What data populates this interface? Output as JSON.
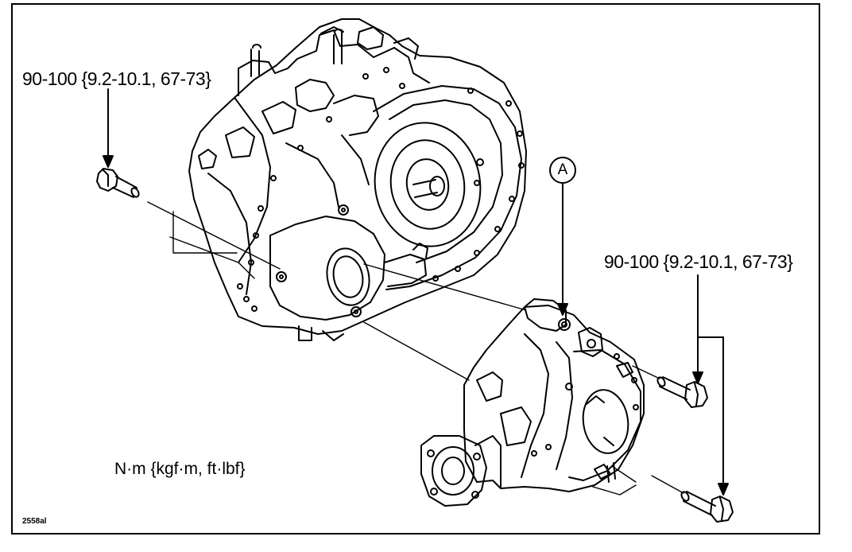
{
  "labels": {
    "torque_top_left": "90-100 {9.2-10.1, 67-73}",
    "torque_right": "90-100 {9.2-10.1, 67-73}",
    "units": "N·m {kgf·m, ft·lbf}",
    "callout_a": "A",
    "figure_id": "2558al"
  },
  "parts": {
    "transaxle": "transaxle-assembly",
    "transfer": "transfer-assembly",
    "bolt": "mounting-bolt"
  }
}
